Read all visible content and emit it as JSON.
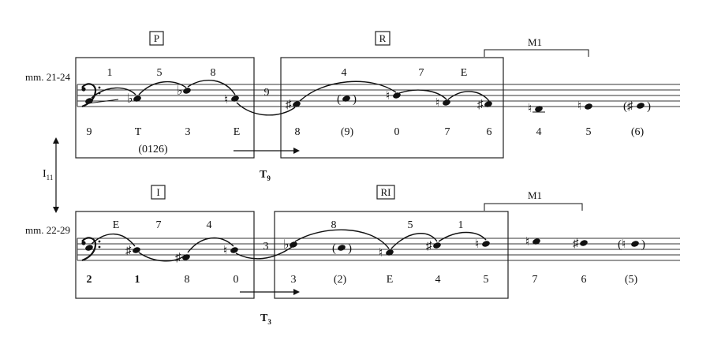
{
  "systems": [
    {
      "measure_label": "mm. 21-24",
      "row_label": "P",
      "second_label": "R",
      "top_nums": [
        "1",
        "5",
        "8",
        "9",
        "4",
        "7",
        "E"
      ],
      "bottom_nums": [
        "9",
        "T",
        "3",
        "E",
        "8",
        "(9)",
        "0",
        "7",
        "6",
        "4",
        "5",
        "(6)"
      ],
      "set_class": "(0126)",
      "transform": "T",
      "transform_sub": "9",
      "motive": "M1"
    },
    {
      "measure_label": "mm. 22-29",
      "row_label": "I",
      "second_label": "RI",
      "top_nums": [
        "E",
        "7",
        "4",
        "3",
        "8",
        "5",
        "1"
      ],
      "bottom_nums": [
        "2",
        "1",
        "8",
        "0",
        "3",
        "(2)",
        "E",
        "4",
        "5",
        "7",
        "6",
        "(5)"
      ],
      "transform": "T",
      "transform_sub": "3",
      "motive": "M1"
    }
  ],
  "relation": {
    "label": "I",
    "sub": "11"
  }
}
